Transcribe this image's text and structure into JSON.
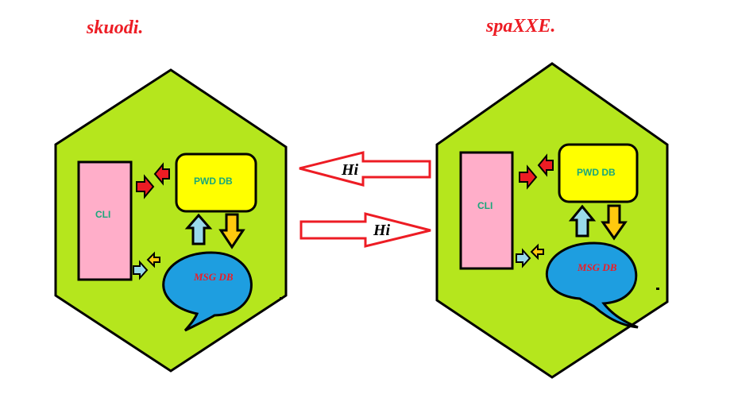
{
  "nodes": {
    "left": {
      "title": "skuodi.",
      "cli_label": "CLI",
      "pwd_label": "PWD DB",
      "msg_label": "MSG DB"
    },
    "right": {
      "title": "spaXXE.",
      "cli_label": "CLI",
      "pwd_label": "PWD DB",
      "msg_label": "MSG DB"
    }
  },
  "messages": {
    "top_arrow_label": "Hi",
    "bottom_arrow_label": "Hi"
  },
  "colors": {
    "hexagon": "#b5e61d",
    "cli": "#ffaec9",
    "pwd_db": "#ffff00",
    "msg_db": "#1e9ee0",
    "title": "#ed1c24",
    "arrow_red": "#ed1c24",
    "arrow_blue": "#99d9ea",
    "arrow_orange": "#ffc90e"
  }
}
